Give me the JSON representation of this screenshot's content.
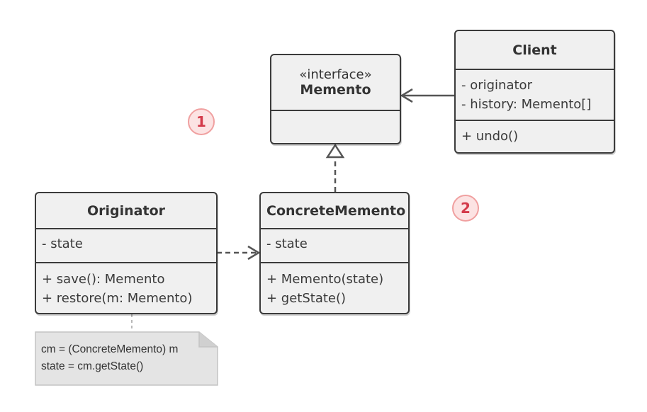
{
  "classes": {
    "memento": {
      "stereotype": "«interface»",
      "name": "Memento"
    },
    "client": {
      "name": "Client",
      "fields": [
        "- originator",
        "- history: Memento[]"
      ],
      "methods": [
        "+ undo()"
      ]
    },
    "originator": {
      "name": "Originator",
      "fields": [
        "- state"
      ],
      "methods": [
        "+ save(): Memento",
        "+ restore(m: Memento)"
      ]
    },
    "concrete_memento": {
      "name": "ConcreteMemento",
      "fields": [
        "- state"
      ],
      "methods": [
        "+ Memento(state)",
        "+ getState()"
      ]
    }
  },
  "badges": [
    "1",
    "2"
  ],
  "note": {
    "lines": [
      "cm = (ConcreteMemento) m",
      "state = cm.getState()"
    ]
  },
  "colors": {
    "box_fill": "#f0f0f0",
    "box_stroke": "#3b3b3b",
    "badge_fill": "#fce3e3",
    "badge_stroke": "#f0a0a0",
    "badge_text": "#d33a4a",
    "note_fill": "#e4e4e4",
    "arrow": "#555555"
  }
}
